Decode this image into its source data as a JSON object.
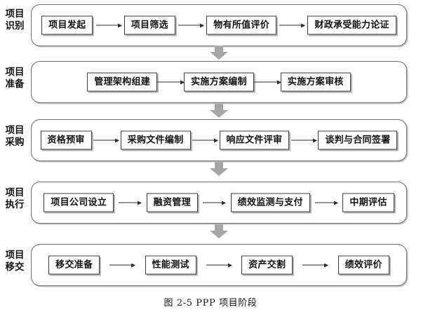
{
  "figure": {
    "caption": "图 2-5 PPP 项目阶段",
    "colors": {
      "background": "#ffffff",
      "band_border": "#6e6e6e",
      "node_border": "#3a3a3a",
      "connector": "#2b2b2b",
      "block_arrow": "#a6a6a6",
      "text": "#111111"
    },
    "stages": [
      {
        "label": "项目\n识别",
        "label_plain": "项目识别",
        "align": "start",
        "nodes": [
          {
            "text": "项目发起"
          },
          {
            "text": "项目筛选"
          },
          {
            "text": "物有所值评价"
          },
          {
            "text": "财政承受能力论证"
          }
        ]
      },
      {
        "label": "项目\n准备",
        "label_plain": "项目准备",
        "align": "center",
        "nodes": [
          {
            "text": "管理架构组建"
          },
          {
            "text": "实施方案编制"
          },
          {
            "text": "实施方案审核"
          }
        ]
      },
      {
        "label": "项目\n采购",
        "label_plain": "项目采购",
        "align": "start",
        "nodes": [
          {
            "text": "资格预审"
          },
          {
            "text": "采购文件编制"
          },
          {
            "text": "响应文件评审"
          },
          {
            "text": "谈判与合同签署"
          }
        ]
      },
      {
        "label": "项目\n执行",
        "label_plain": "项目执行",
        "align": "start",
        "nodes": [
          {
            "text": "项目公司设立"
          },
          {
            "text": "融资管理"
          },
          {
            "text": "绩效监测与支付"
          },
          {
            "text": "中期评估"
          }
        ]
      },
      {
        "label": "项目\n移交",
        "label_plain": "项目移交",
        "align": "start",
        "nodes": [
          {
            "text": "移交准备"
          },
          {
            "text": "性能测试"
          },
          {
            "text": "资产交割"
          },
          {
            "text": "绩效评价"
          }
        ]
      }
    ]
  }
}
